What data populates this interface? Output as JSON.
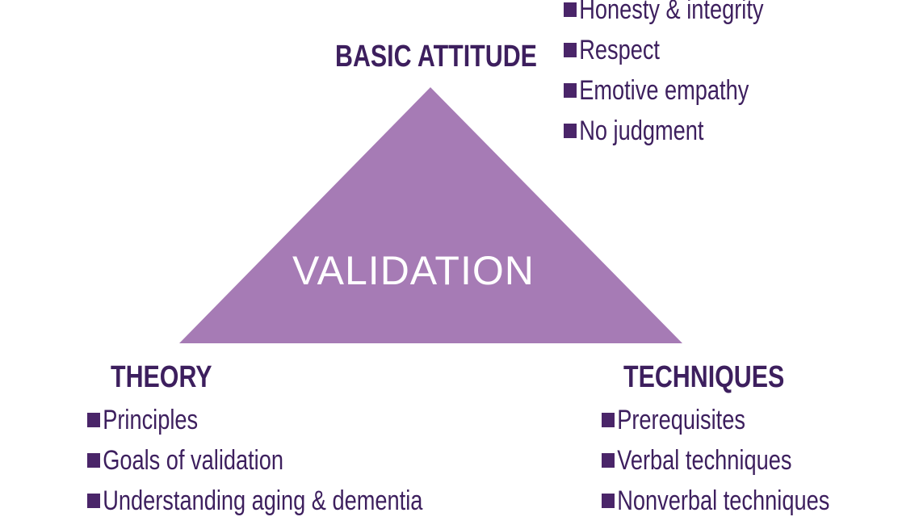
{
  "colors": {
    "triangle": "#a67bb5",
    "text": "#3d1f5e",
    "bullet": "#4a2569",
    "center_text": "#ffffff"
  },
  "center_label": "VALIDATION",
  "basic_attitude": {
    "title": "BASIC ATTITUDE",
    "items": [
      "Honesty & integrity",
      "Respect",
      "Emotive empathy",
      "No judgment"
    ]
  },
  "theory": {
    "title": "THEORY",
    "items": [
      "Principles",
      "Goals of validation",
      "Understanding aging & dementia"
    ]
  },
  "techniques": {
    "title": "TECHNIQUES",
    "items": [
      "Prerequisites",
      "Verbal techniques",
      "Nonverbal techniques"
    ]
  }
}
